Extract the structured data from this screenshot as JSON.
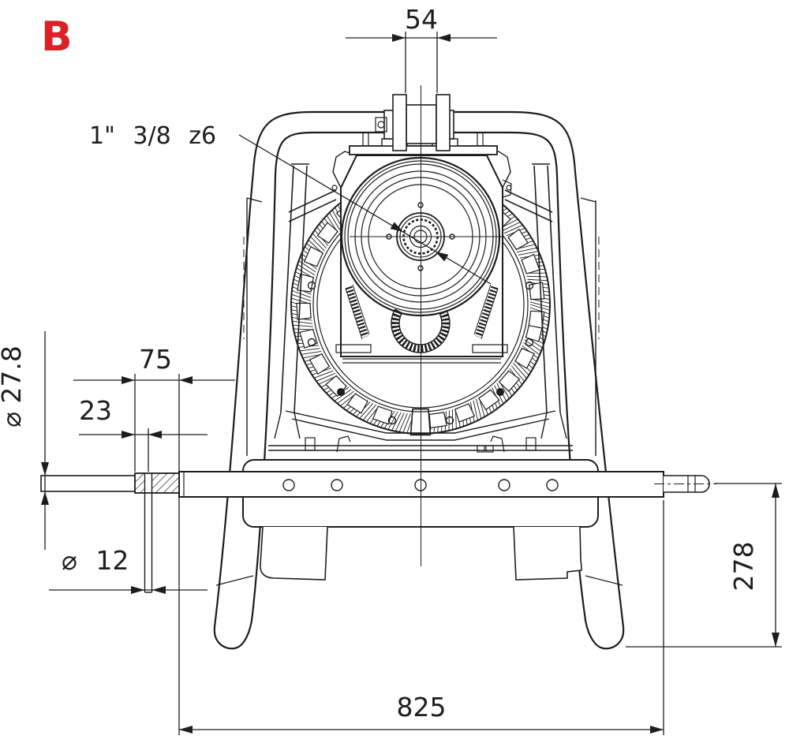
{
  "view_label": "B",
  "callout": "1\" 3/8 z6",
  "dims": {
    "top_spline_width": "54",
    "hub_length": "75",
    "pin_offset": "23",
    "shaft_dia": "⌀ 27.8",
    "pin_dia": "⌀ 12",
    "side_height": "278",
    "overall_width": "825"
  },
  "colors": {
    "ink": "#1d1d1b",
    "accent_red": "#da2128",
    "background": "#ffffff"
  }
}
